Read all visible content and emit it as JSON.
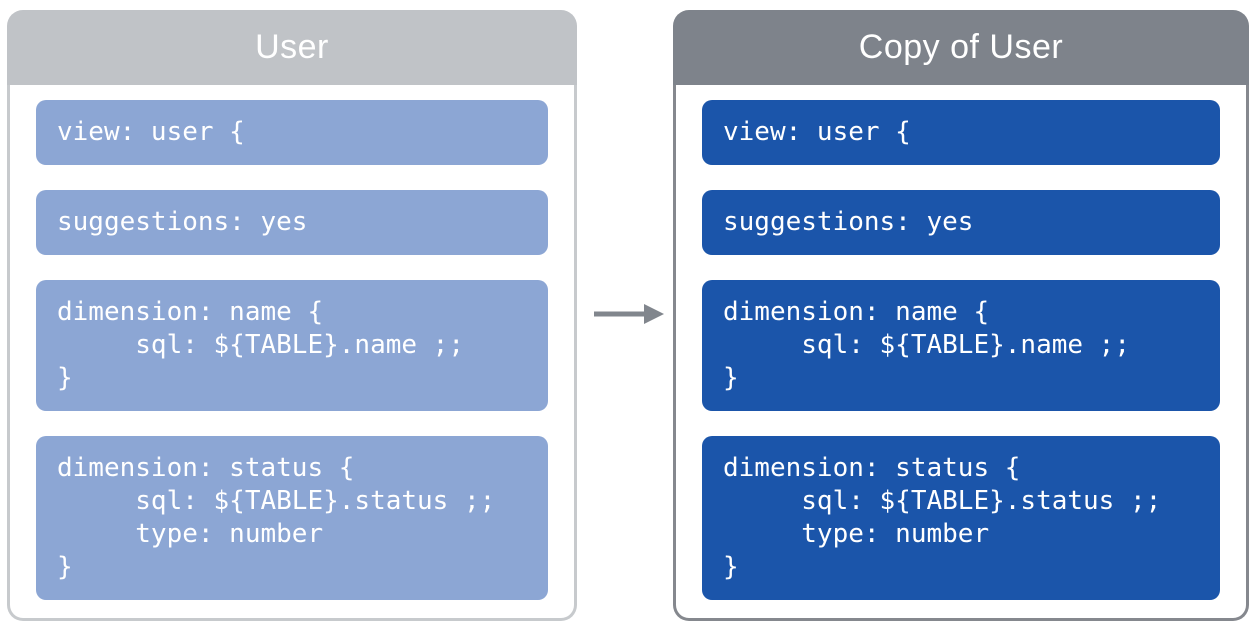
{
  "diagram": {
    "background": "#FFFFFF",
    "arrow_color": "#81868D"
  },
  "left_panel": {
    "title": "User",
    "header_color": "#C0C3C7",
    "border_color": "#C7CACD",
    "block_color": "#8CA6D4",
    "text_color": "#FFFFFF",
    "blocks": [
      {
        "lines": [
          "view: user {"
        ]
      },
      {
        "lines": [
          "suggestions: yes"
        ]
      },
      {
        "lines": [
          "dimension: name {",
          "     sql: ${TABLE}.name ;;",
          "}"
        ]
      },
      {
        "lines": [
          "dimension: status {",
          "     sql: ${TABLE}.status ;;",
          "     type: number",
          "}"
        ]
      }
    ]
  },
  "right_panel": {
    "title": "Copy of User",
    "header_color": "#7E838B",
    "border_color": "#85888E",
    "block_color": "#1B55AA",
    "text_color": "#FFFFFF",
    "blocks": [
      {
        "lines": [
          "view: user {"
        ]
      },
      {
        "lines": [
          "suggestions: yes"
        ]
      },
      {
        "lines": [
          "dimension: name {",
          "     sql: ${TABLE}.name ;;",
          "}"
        ]
      },
      {
        "lines": [
          "dimension: status {",
          "     sql: ${TABLE}.status ;;",
          "     type: number",
          "}"
        ]
      }
    ]
  }
}
